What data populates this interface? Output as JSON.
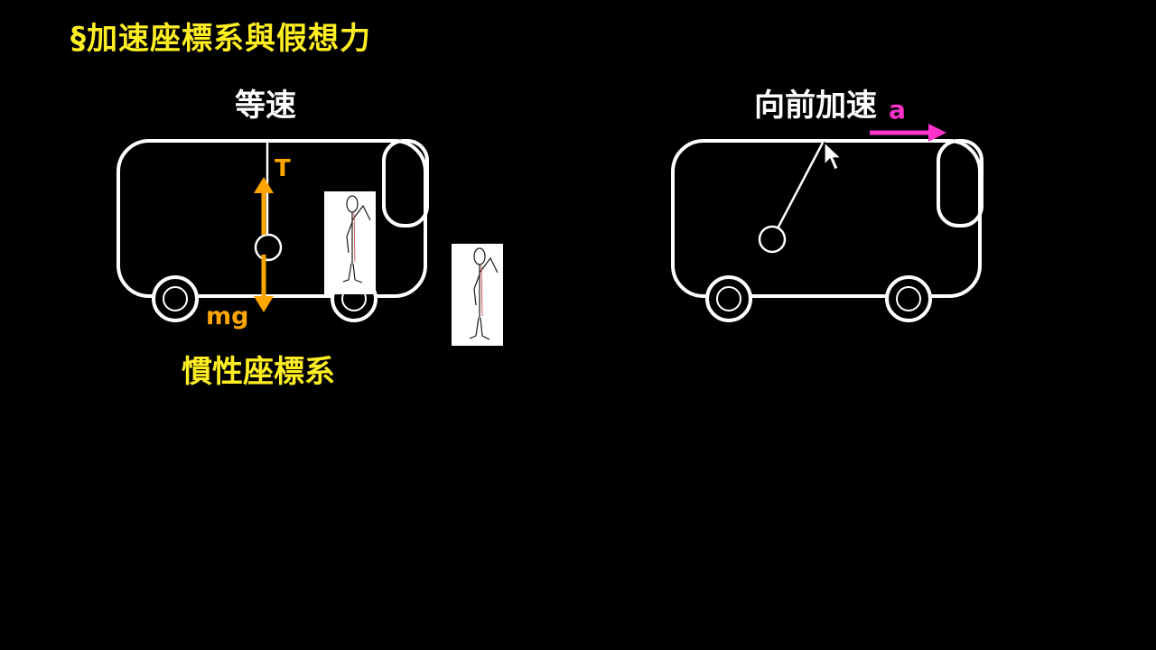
{
  "title": "§加速座標系與假想力",
  "left_panel": {
    "state_label": "等速",
    "tension_label": "T",
    "weight_label": "mg",
    "frame_label": "慣性座標系"
  },
  "right_panel": {
    "state_label": "向前加速",
    "accel_label": "a"
  },
  "colors": {
    "background": "#000000",
    "title": "#ffee22",
    "force_arrows": "#ffa500",
    "acceleration_arrow": "#ff33cc",
    "outline": "#ffffff"
  }
}
